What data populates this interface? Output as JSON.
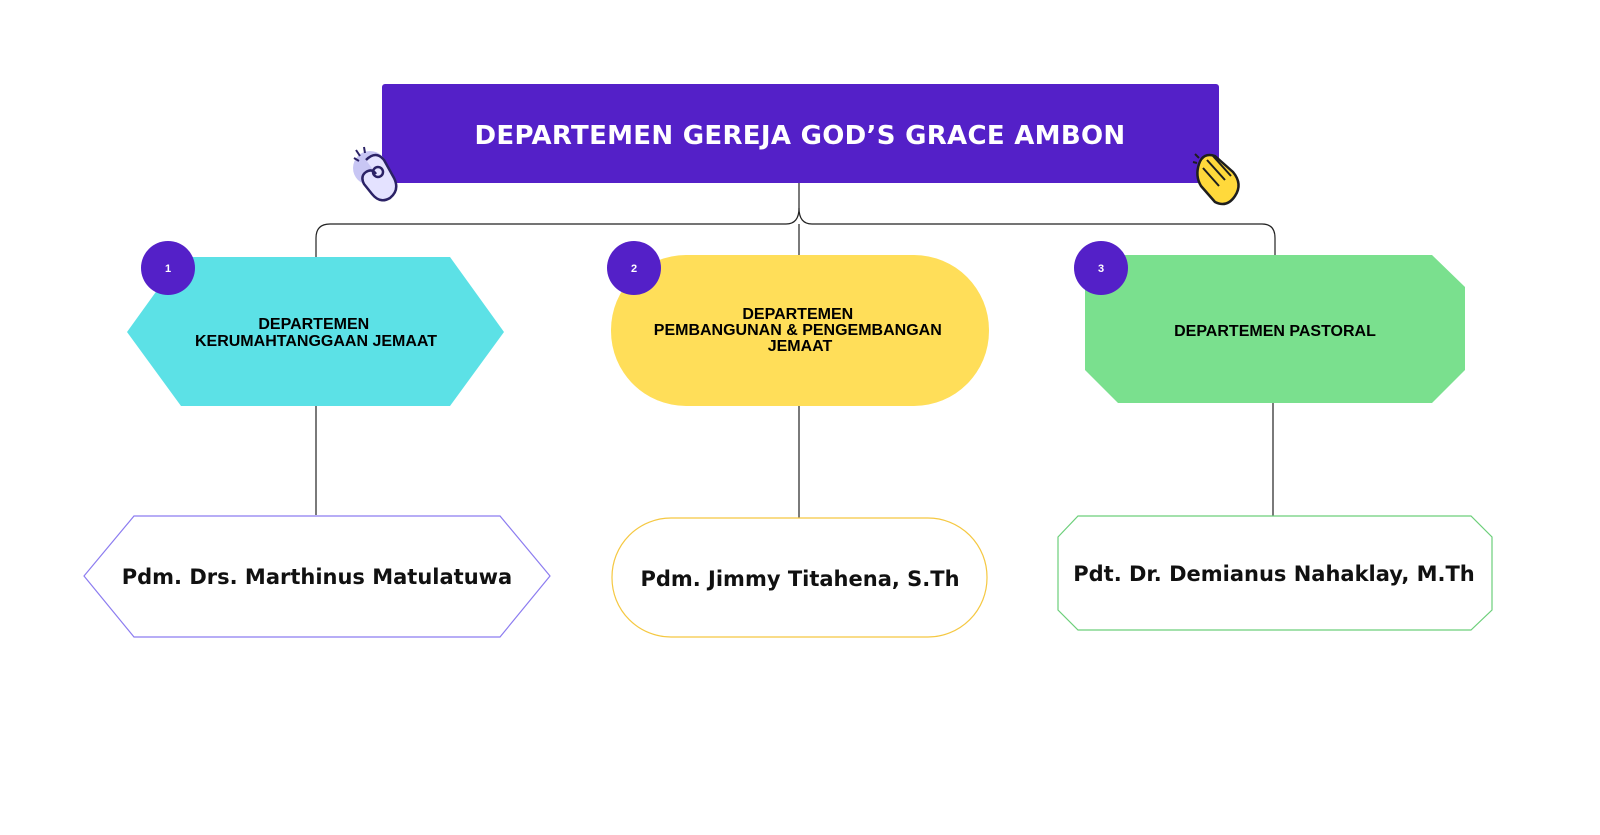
{
  "title": "DEPARTEMEN GEREJA GOD’S GRACE AMBON",
  "colors": {
    "title_bg": "#5420c8",
    "badge_bg": "#5420c8",
    "dept1_fill": "#5ce1e6",
    "dept2_fill": "#ffde59",
    "dept3_fill": "#7ae08e",
    "person1_border": "#8c7cf0",
    "person2_border": "#f5c842",
    "person3_border": "#6ccf7a"
  },
  "icons": {
    "left": "ok-hand-icon",
    "right": "clapping-hands-icon"
  },
  "departments": [
    {
      "number": "1",
      "lines": [
        "DEPARTEMEN",
        "KERUMAHTANGGAAN JEMAAT"
      ],
      "person": "Pdm. Drs. Marthinus Matulatuwa"
    },
    {
      "number": "2",
      "lines": [
        "DEPARTEMEN",
        "PEMBANGUNAN & PENGEMBANGAN",
        "JEMAAT"
      ],
      "person": "Pdm. Jimmy Titahena, S.Th"
    },
    {
      "number": "3",
      "lines": [
        "DEPARTEMEN PASTORAL"
      ],
      "person": "Pdt. Dr. Demianus Nahaklay, M.Th"
    }
  ]
}
